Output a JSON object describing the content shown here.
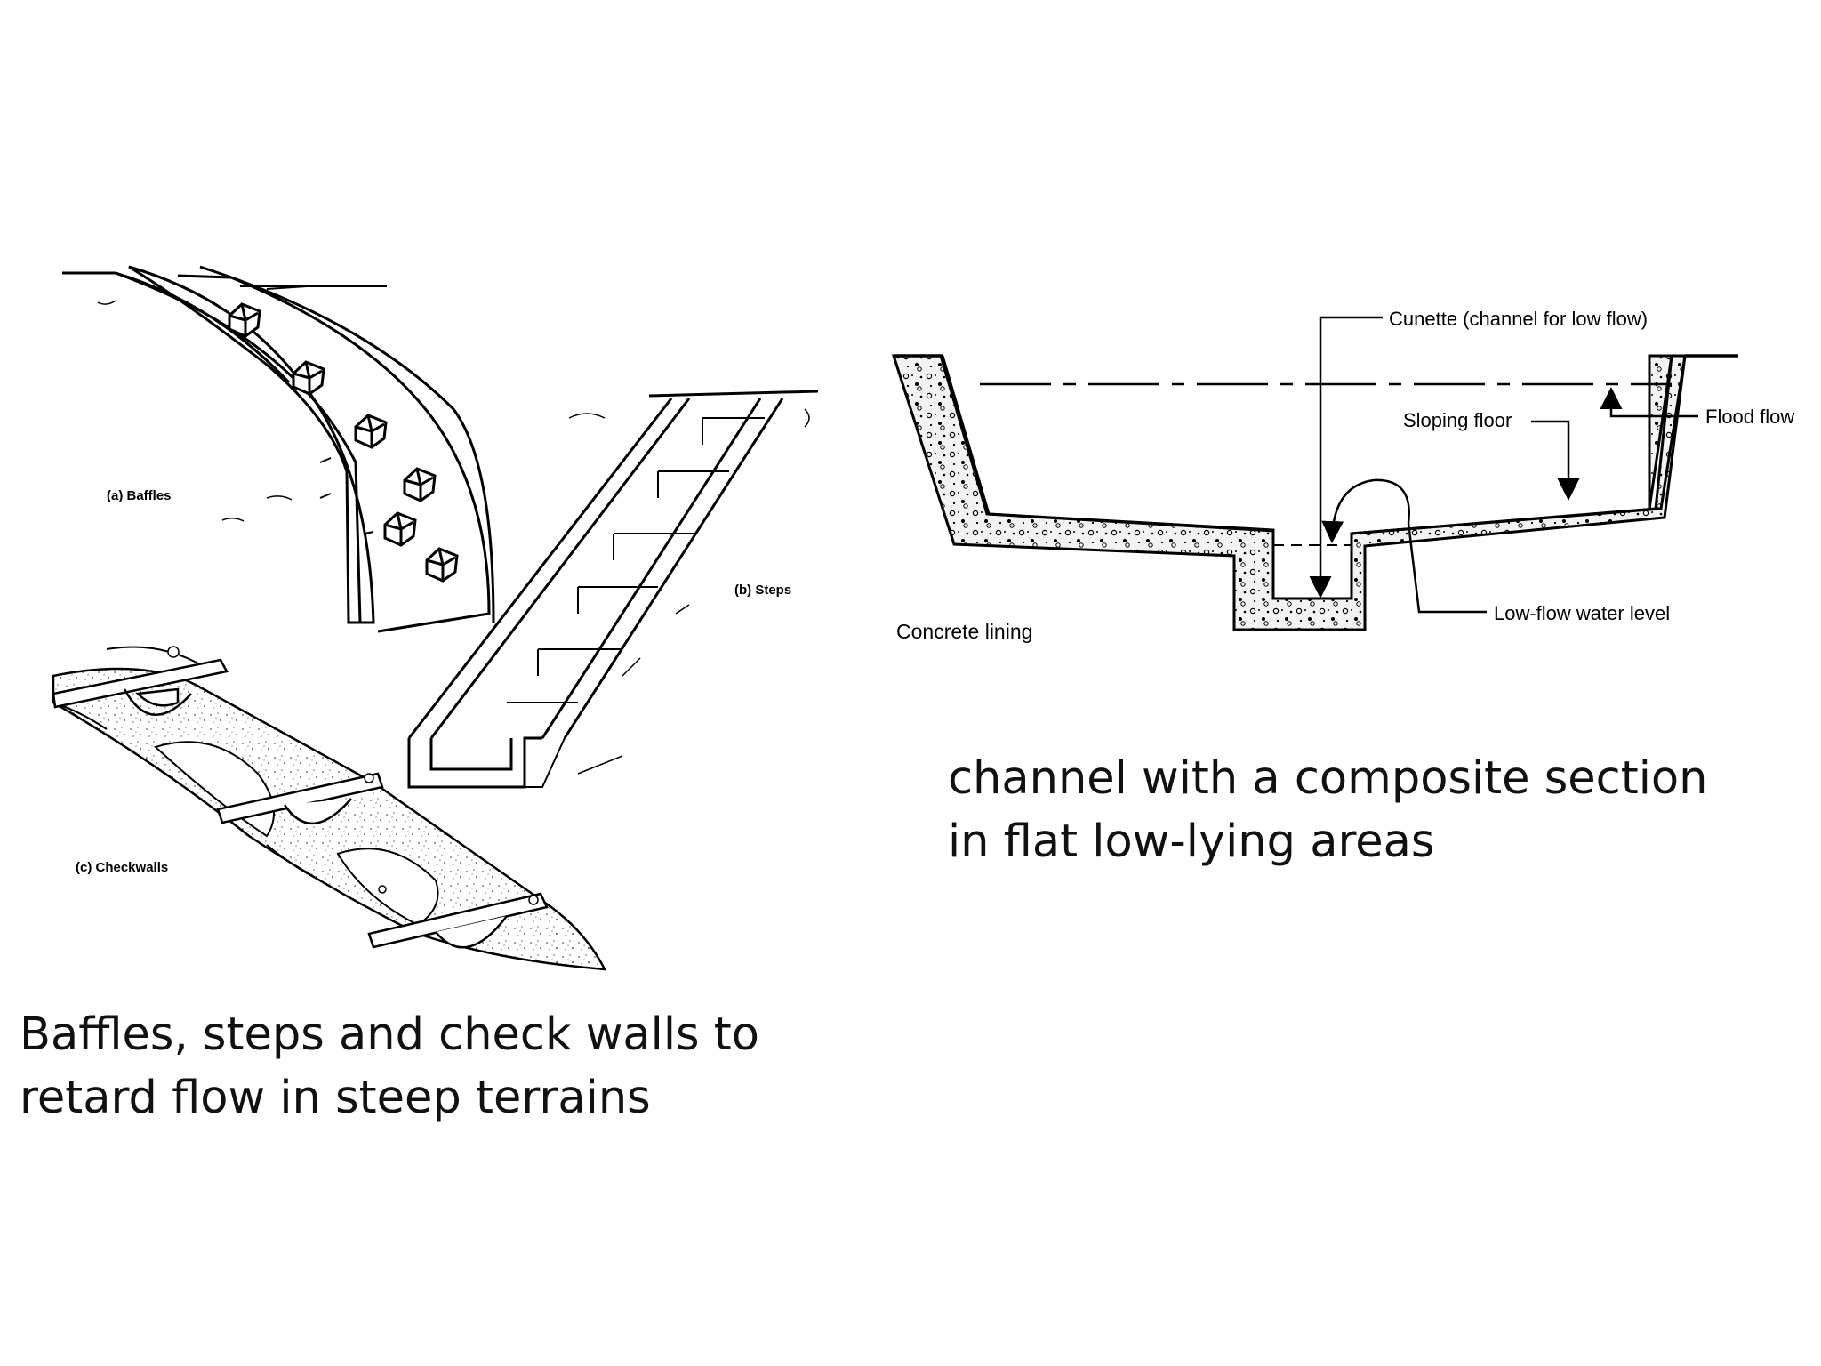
{
  "left_figure": {
    "labels": {
      "baffles": "(a) Baffles",
      "steps": "(b) Steps",
      "checkwalls": "(c) Checkwalls"
    },
    "caption": "Baffles, steps and check walls to\nretard flow in steep terrains"
  },
  "right_figure": {
    "labels": {
      "cunette": "Cunette (channel for low flow)",
      "sloping_floor": "Sloping floor",
      "flood_flow": "Flood flow",
      "concrete_lining": "Concrete lining",
      "low_flow_level": "Low-flow water level"
    },
    "caption": "channel with a composite section\nin flat low-lying areas"
  },
  "colors": {
    "ink": "#000000",
    "stipple": "#555555",
    "background": "#ffffff"
  }
}
